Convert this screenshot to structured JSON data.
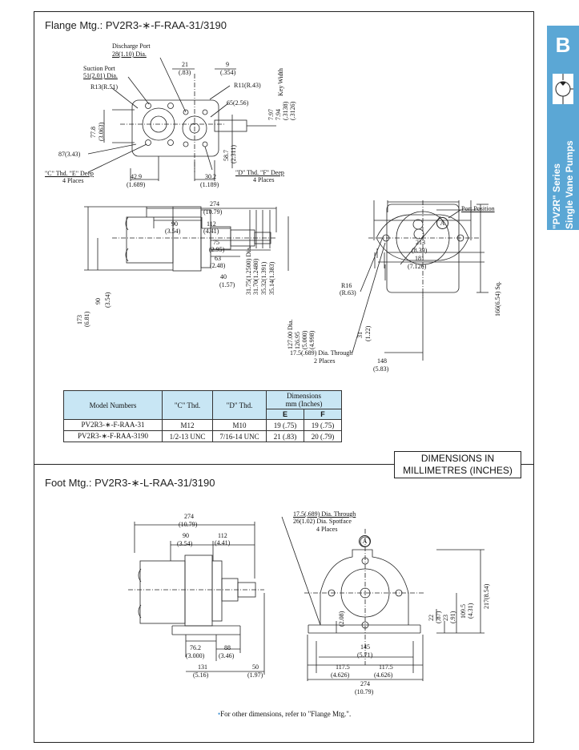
{
  "side_tab": {
    "letter": "B",
    "line1": "\"PV2R\" Series",
    "line2": "Single Vane Pumps",
    "color": "#5ba7d5"
  },
  "flange": {
    "title": "Flange Mtg.: PV2R3-∗-F-RAA-31/3190",
    "top_view": {
      "discharge_port": "Discharge Port",
      "discharge_dia": "28(1.10) Dia.",
      "suction_port": "Suction Port",
      "suction_dia": "51(2.01) Dia.",
      "r13": "R13(R.51)",
      "d21": "21",
      "d21_in": "(.83)",
      "d9": "9",
      "d9_in": "(.354)",
      "r11": "R11(R.43)",
      "key_width": "Key Width",
      "d65": "65(2.56)",
      "d797": "7.97",
      "d794": "7.94",
      "d3138": "(.3138)",
      "d3126": "(.3126)",
      "d778": "77.8",
      "d3063": "(3.063)",
      "d587": "58.7",
      "d2311": "(2.311)",
      "d87": "87(3.43)",
      "c_thd": "\"C\" Thd. \"E\" Deep",
      "c_places": "4 Places",
      "d429": "42.9",
      "d1689": "(1.689)",
      "d302": "30.2",
      "d1189": "(1.189)",
      "d_thd": "\"D\" Thd. \"F\" Deep",
      "d_places": "4 Places"
    },
    "side_view": {
      "d274": "274",
      "d274_in": "(10.79)",
      "d90": "90",
      "d90_in": "(3.54)",
      "d112": "112",
      "d112_in": "(4.41)",
      "d75": "75",
      "d75_in": "(2.95)",
      "d63": "63",
      "d63_in": "(2.48)",
      "d40": "40",
      "d40_in": "(1.57)",
      "shaft1": "31.75(1.2500) Dia.",
      "shaft2": "31.70(1.2480)",
      "shaft3": "35.32(1.391)",
      "shaft4": "35.14(1.383)",
      "pilot1": "127.00 Dia.",
      "pilot2": "126.95",
      "pilot3": "(5.000)",
      "pilot4": "(4.998)",
      "h173": "173",
      "h173_in": "(6.81)",
      "h90": "90",
      "h90_in": "(3.54)"
    },
    "end_view": {
      "port_position": "Port Position",
      "marker": "A",
      "d213": "213",
      "d213_in": "(8.39)",
      "d181": "181",
      "d181_in": "(7.126)",
      "r16": "R16",
      "r16_in": "(R.63)",
      "d31": "31",
      "d31_in": "(1.22)",
      "d166": "166(6.54) Sq.",
      "hole": "17.5(.689) Dia. Through",
      "hole_places": "2 Places",
      "d148": "148",
      "d148_in": "(5.83)"
    },
    "table": {
      "headers": {
        "model": "Model Numbers",
        "c_thd": "\"C\" Thd.",
        "d_thd": "\"D\" Thd.",
        "dimensions": "Dimensions",
        "dimensions_unit": "mm (Inches)",
        "e": "E",
        "f": "F"
      },
      "rows": [
        {
          "model": "PV2R3-∗-F-RAA-31",
          "c": "M12",
          "d": "M10",
          "e": "19 (.75)",
          "f": "19 (.75)"
        },
        {
          "model": "PV2R3-∗-F-RAA-3190",
          "c": "1/2-13 UNC",
          "d": "7/16-14 UNC",
          "e": "21 (.83)",
          "f": "20 (.79)"
        }
      ]
    }
  },
  "units_box": {
    "line1": "DIMENSIONS IN",
    "line2": "MILLIMETRES (INCHES)"
  },
  "foot": {
    "title": "Foot Mtg.: PV2R3-∗-L-RAA-31/3190",
    "side_view": {
      "d274": "274",
      "d274_in": "(10.79)",
      "d90": "90",
      "d90_in": "(3.54)",
      "d112": "112",
      "d112_in": "(4.41)",
      "d762": "76.2",
      "d762_in": "(3.000)",
      "d88": "88",
      "d88_in": "(3.46)",
      "d131": "131",
      "d131_in": "(5.16)",
      "d50": "50",
      "d50_in": "(1.97)"
    },
    "end_view": {
      "hole1": "17.5(.689) Dia. Through",
      "hole2": "26(1.02) Dia. Spotface",
      "hole_places": "4 Places",
      "marker": "A",
      "d208": "(2.08)",
      "d22": "22",
      "d22_in": "(.87)",
      "d23": "23",
      "d23_in": "(.91)",
      "d1095": "109.5",
      "d1095_in": "(4.31)",
      "d217": "217(8.54)",
      "d145": "145",
      "d145_in": "(5.71)",
      "d1175a": "117.5",
      "d1175a_in": "(4.626)",
      "d1175b": "117.5",
      "d1175b_in": "(4.626)",
      "d274": "274",
      "d274_in": "(10.79)"
    },
    "note": "For other dimensions, refer to \"Flange Mtg.\"."
  }
}
